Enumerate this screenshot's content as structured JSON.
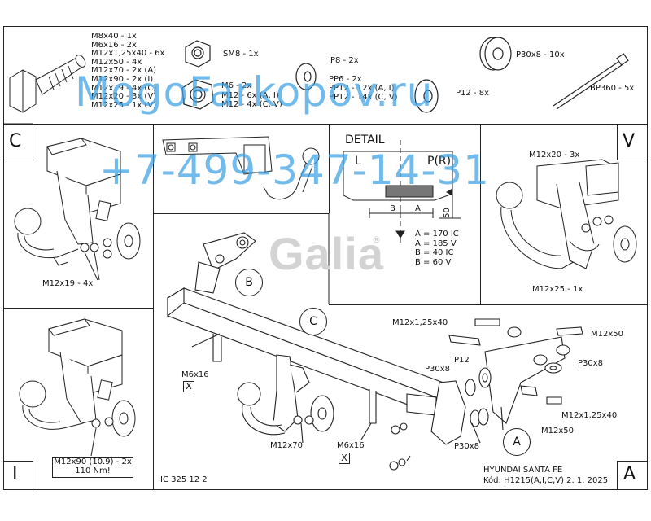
{
  "parts": {
    "list": [
      "M8x40 - 1x",
      "M6x16 - 2x",
      "M12x1,25x40 - 6x",
      "M12x50 - 4x",
      "M12x70 - 2x (A)",
      "M12x90 - 2x (I)",
      "M12x19 - 4x (C)",
      "M12x20 - 3x (V)",
      "M12x25 - 1x (V)"
    ],
    "nut_sm8": "SM8 - 1x",
    "nut_m6": "M6 - 2x",
    "nut_m12_ai": "M12 - 6x (A, I)",
    "nut_m12_cv": "M12 - 4x (C, V)",
    "washer_p8": "P8 - 2x",
    "washer_pp6": "PP6 - 2x",
    "washer_pp12_ai": "PP12 - 12x (A, I)",
    "washer_pp12_cv": "PP12 - 14x (C, V)",
    "spacer_p30": "P30x8 - 10x",
    "washer_p12": "P12 - 8x",
    "tie_bp360": "BP360 - 5x"
  },
  "watermark": {
    "site": "MogoFarkopov.ru",
    "phone": "+7-499-347-14-31"
  },
  "panels": {
    "c": {
      "letter": "C",
      "bolt": "M12x19 - 4x"
    },
    "v": {
      "letter": "V",
      "bolt_top": "M12x20 - 3x",
      "bolt_bottom": "M12x25 - 1x"
    },
    "i": {
      "letter": "I",
      "bolt": "M12x90 (10.9) - 2x",
      "torque": "110 Nm!"
    },
    "a": {
      "letter": "A"
    }
  },
  "detail": {
    "title": "DETAIL",
    "l": "L",
    "pr": "P(R)",
    "b": "B",
    "a": "A",
    "dim50": "50",
    "specs": [
      "A = 170 IC",
      "A = 185 V",
      "B = 40 IC",
      "B = 60 V"
    ]
  },
  "logo": {
    "text": "Galia",
    "mark": "®"
  },
  "main": {
    "bubble_b": "B",
    "bubble_c": "C",
    "bubble_a": "A",
    "m12x125x40": "M12x1,25x40",
    "m12x50_top": "M12x50",
    "p30x8_right": "P30x8",
    "p12": "P12",
    "p30x8_left": "P30x8",
    "m12x125x40_lower": "M12x1,25x40",
    "m12x50_lower": "M12x50",
    "p30x8_bottom": "P30x8",
    "m6x16_left": "M6x16",
    "m12x70": "M12x70",
    "m6x16_bottom": "M6x16",
    "xmark": "X"
  },
  "footer": {
    "code": "IC 325 12 2",
    "vehicle": "HYUNDAI SANTA FE",
    "kod": "Kód: H1215(A,I,C,V)  2. 1. 2025"
  }
}
